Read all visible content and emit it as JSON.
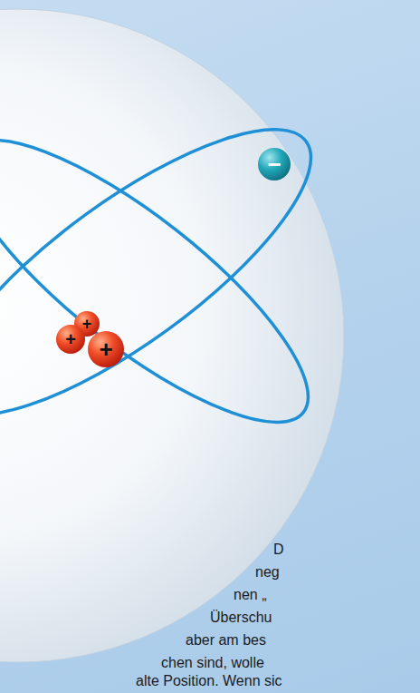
{
  "diagram": {
    "nodes": [
      {
        "text": [
          "−"
        ]
      },
      {
        "text": [
          "+"
        ]
      },
      {
        "text": [
          "+"
        ]
      },
      {
        "text": [
          "+"
        ]
      }
    ],
    "labels": [
      "D",
      "neg",
      "nen „",
      "Überschu",
      "aber am bes",
      "chen sind, wolle",
      "alte Position. Wenn sic"
    ]
  }
}
